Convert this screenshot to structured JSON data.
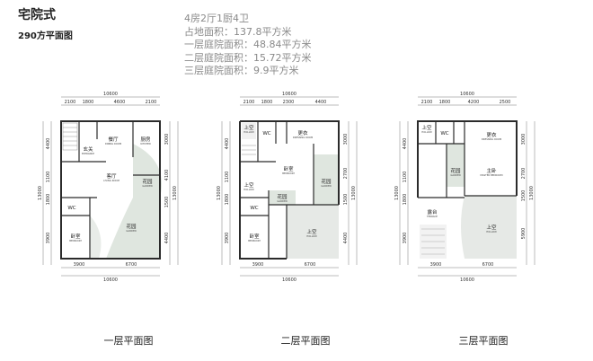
{
  "header": {
    "title": "宅院式",
    "subtitle": "290方平面图"
  },
  "specs": [
    "4房2厅1厨4卫",
    "占地面积：137.8平方米",
    "一层庭院面积：48.84平方米",
    "二层庭院面积：15.72平方米",
    "三层庭院面积：9.9平方米"
  ],
  "colors": {
    "wall": "#2b2b2b",
    "garden": "#dfe6df",
    "void": "#e6e9e6",
    "line": "#555555"
  },
  "plans": [
    {
      "caption": "一层平面图",
      "top_total": "10600",
      "top_dims": [
        "2100",
        "1800",
        "4600",
        "2100"
      ],
      "bottom_dims": [
        "3900",
        "6700"
      ],
      "bottom_total": "10600",
      "left_total": "13000",
      "left_dims": [
        "4400",
        "1100",
        "1800",
        "3900"
      ],
      "right_total": "13000",
      "right_dims": [
        "3000",
        "4100",
        "1500",
        "4400"
      ],
      "rooms": [
        {
          "label": "玄关",
          "sub": "ENTRANCE"
        },
        {
          "label": "餐厅",
          "sub": "DINING ROOM"
        },
        {
          "label": "厨房",
          "sub": "KITCHEN"
        },
        {
          "label": "客厅",
          "sub": "LIVING ROOM"
        },
        {
          "label": "花园",
          "sub": "GARDEN"
        },
        {
          "label": "WC",
          "sub": ""
        },
        {
          "label": "卧室",
          "sub": "BEDROOM"
        },
        {
          "label": "花园",
          "sub": "GARDEN"
        }
      ]
    },
    {
      "caption": "二层平面图",
      "top_total": "10600",
      "top_dims": [
        "2100",
        "1800",
        "2300",
        "4400"
      ],
      "bottom_dims": [
        "3900",
        "6700"
      ],
      "bottom_total": "10600",
      "left_total": "13000",
      "left_dims": [
        "4400",
        "1100",
        "1800",
        "3900"
      ],
      "right_total": "13000",
      "right_dims": [
        "3000",
        "2700",
        "1500",
        "4400"
      ],
      "rooms": [
        {
          "label": "上空",
          "sub": "HOLLOW"
        },
        {
          "label": "WC",
          "sub": ""
        },
        {
          "label": "更衣",
          "sub": "DRESSING ROOM"
        },
        {
          "label": "卧室",
          "sub": "BEDROOM"
        },
        {
          "label": "花园",
          "sub": "GARDEN"
        },
        {
          "label": "上空",
          "sub": "HOLLOW"
        },
        {
          "label": "花园",
          "sub": "GARDEN"
        },
        {
          "label": "WC",
          "sub": ""
        },
        {
          "label": "卧室",
          "sub": "BEDROOM"
        },
        {
          "label": "上空",
          "sub": "HOLLOW"
        }
      ]
    },
    {
      "caption": "三层平面图",
      "top_total": "10600",
      "top_dims": [
        "2100",
        "1800",
        "4200",
        "2500"
      ],
      "bottom_dims": [
        "3900",
        "6700"
      ],
      "bottom_total": "10600",
      "left_total": "13000",
      "left_dims": [
        "4400",
        "1100",
        "1800",
        "3900"
      ],
      "right_total": "13000",
      "right_dims": [
        "3000",
        "2700",
        "1500",
        "5900"
      ],
      "rooms": [
        {
          "label": "上空",
          "sub": "HOLLOW"
        },
        {
          "label": "WC",
          "sub": ""
        },
        {
          "label": "更衣",
          "sub": "DRESSING ROOM"
        },
        {
          "label": "花园",
          "sub": "GARDEN"
        },
        {
          "label": "主卧",
          "sub": "MASTER BEDROOM"
        },
        {
          "label": "露台",
          "sub": "TERRACE"
        },
        {
          "label": "上空",
          "sub": "HOLLOW"
        }
      ]
    }
  ]
}
